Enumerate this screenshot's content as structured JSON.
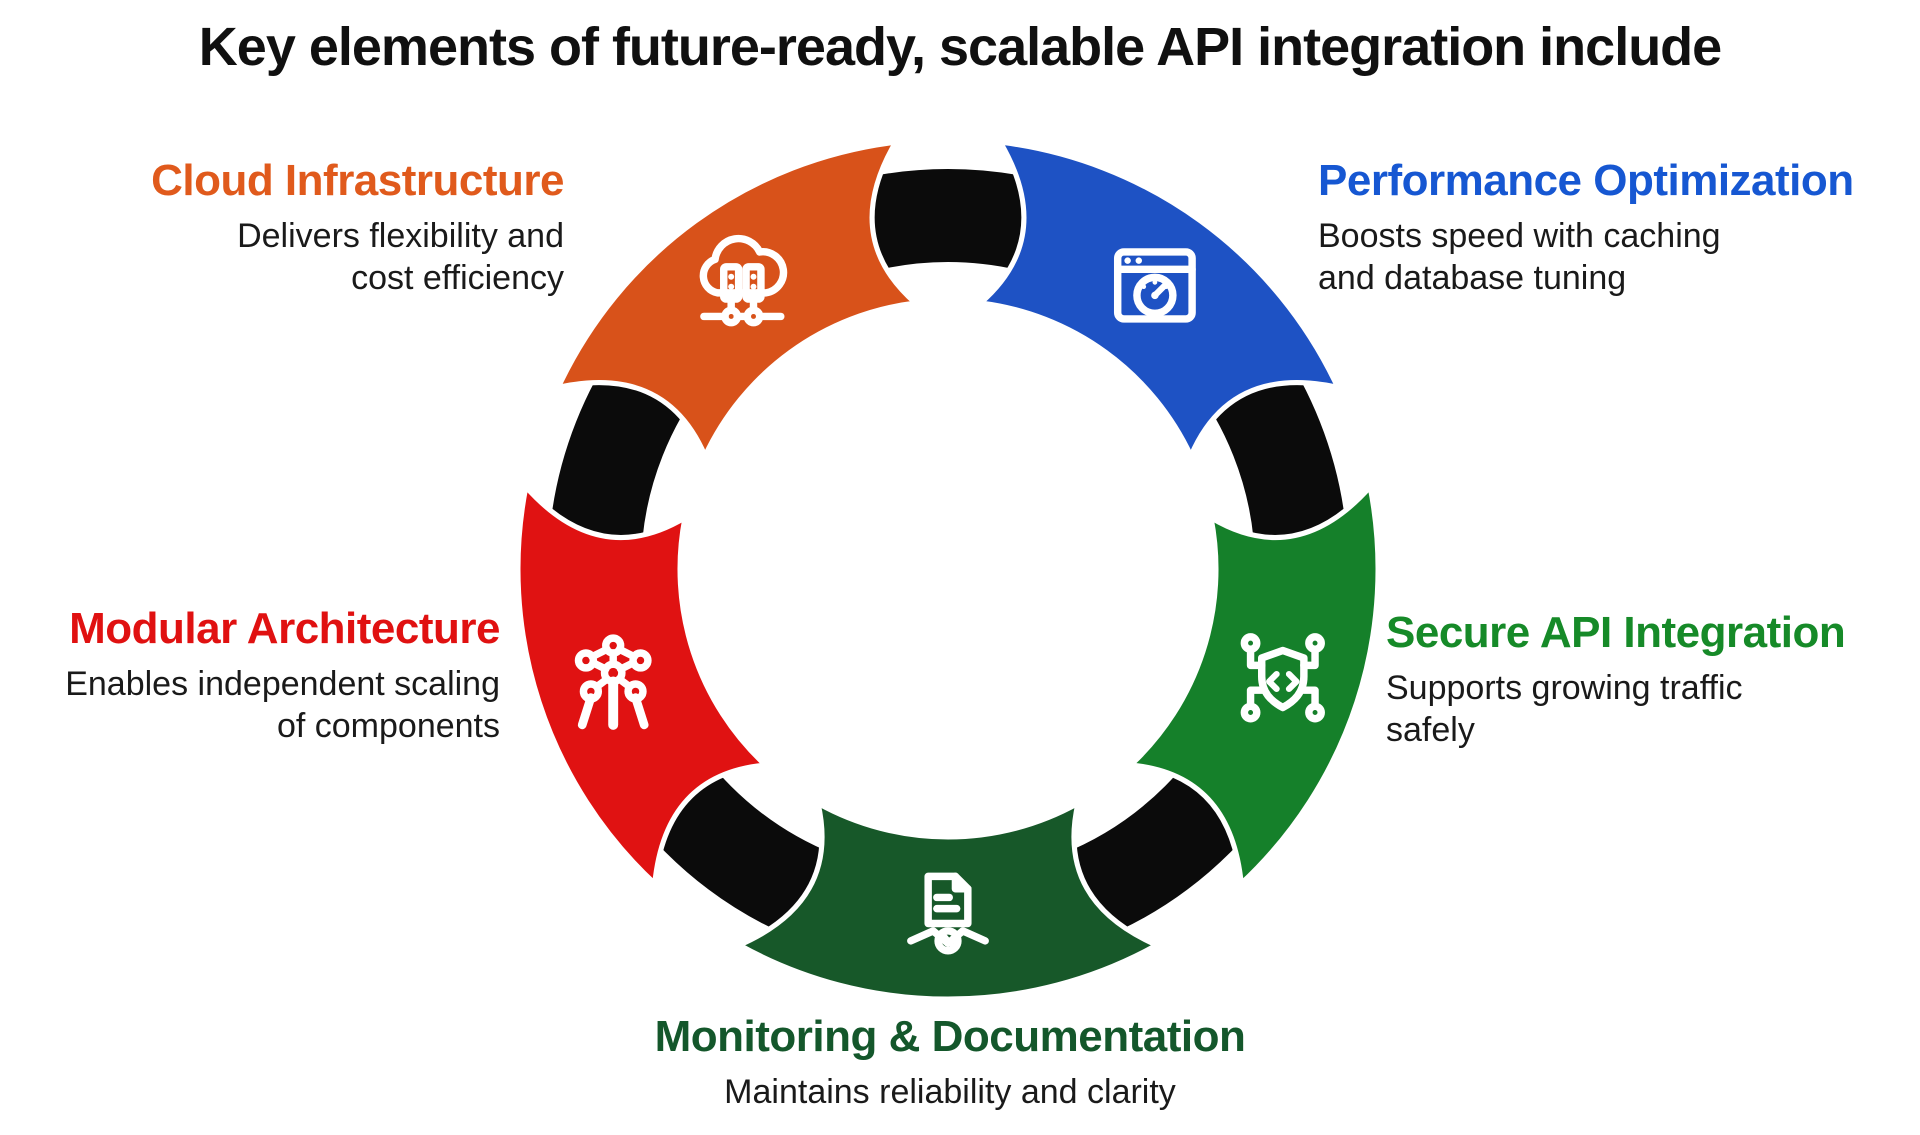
{
  "title": "Key elements of future-ready, scalable API integration include",
  "ring_color": "#0b0b0b",
  "segments": [
    {
      "id": "cloud-infrastructure",
      "label": "Cloud Infrastructure",
      "description": "Delivers flexibility and\ncost efficiency",
      "color": "#d8521a",
      "label_color": "#e05a1c",
      "icon": "cloud-servers",
      "angle": -36
    },
    {
      "id": "performance-optimization",
      "label": "Performance Optimization",
      "description": "Boosts speed with caching\nand database tuning",
      "color": "#1e52c4",
      "label_color": "#1657d2",
      "icon": "browser-gauge",
      "angle": 36
    },
    {
      "id": "secure-api-integration",
      "label": "Secure API Integration",
      "description": "Supports growing traffic\nsafely",
      "color": "#15802a",
      "label_color": "#168a28",
      "icon": "shield-code",
      "angle": 108
    },
    {
      "id": "monitoring-documentation",
      "label": "Monitoring & Documentation",
      "description": "Maintains reliability and clarity",
      "color": "#175829",
      "label_color": "#14572b",
      "icon": "document-handshake",
      "angle": 180
    },
    {
      "id": "modular-architecture",
      "label": "Modular Architecture",
      "description": "Enables independent scaling\nof components",
      "color": "#e01212",
      "label_color": "#e01111",
      "icon": "atomium",
      "angle": 252
    }
  ]
}
